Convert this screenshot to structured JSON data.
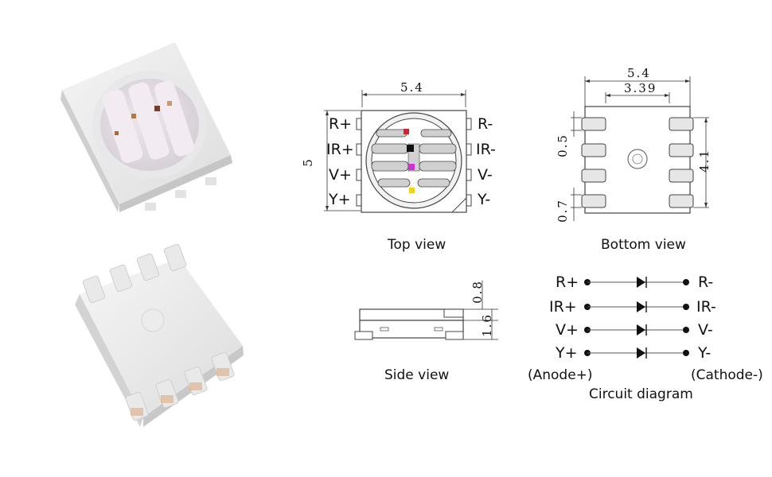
{
  "views": {
    "top": "Top view",
    "bottom": "Bottom view",
    "side": "Side view",
    "circuit": "Circuit diagram"
  },
  "pins": {
    "left": [
      "R+",
      "IR+",
      "V+",
      "Y+"
    ],
    "right": [
      "R-",
      "IR-",
      "V-",
      "Y-"
    ]
  },
  "dims": {
    "top_width": "5.4",
    "top_height": "5",
    "bottom_width": "5.4",
    "bottom_pitch": "3.39",
    "bottom_pad_w": "0.5",
    "bottom_height": "4.1",
    "bottom_pad_h": "0.7",
    "side_lens": "0.8",
    "side_body": "1.6"
  },
  "circuit": {
    "anode": "(Anode+)",
    "cathode": "(Cathode-)"
  },
  "colors": {
    "chip_red": "#d8202a",
    "chip_ir": "#111111",
    "chip_violet": "#d030d8",
    "chip_yellow": "#f0d020"
  }
}
